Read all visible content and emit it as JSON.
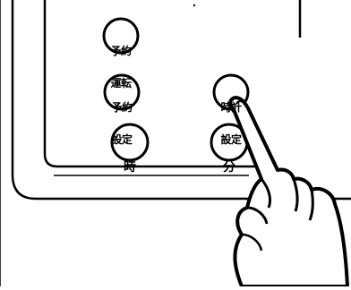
{
  "colors": {
    "ink": "#000000",
    "background": "#ffffff"
  },
  "buttons": [
    {
      "id": "reservation-run",
      "line1": "予約",
      "line2": "運転"
    },
    {
      "id": "reservation-set",
      "line1": "予約",
      "line2": "設定"
    },
    {
      "id": "hour",
      "line1": "時",
      "line2": ""
    },
    {
      "id": "clock-set",
      "line1": "時計",
      "line2": "設定"
    },
    {
      "id": "minute",
      "line1": "分",
      "line2": ""
    }
  ],
  "icons": {
    "hand": "pointing-hand-icon"
  }
}
